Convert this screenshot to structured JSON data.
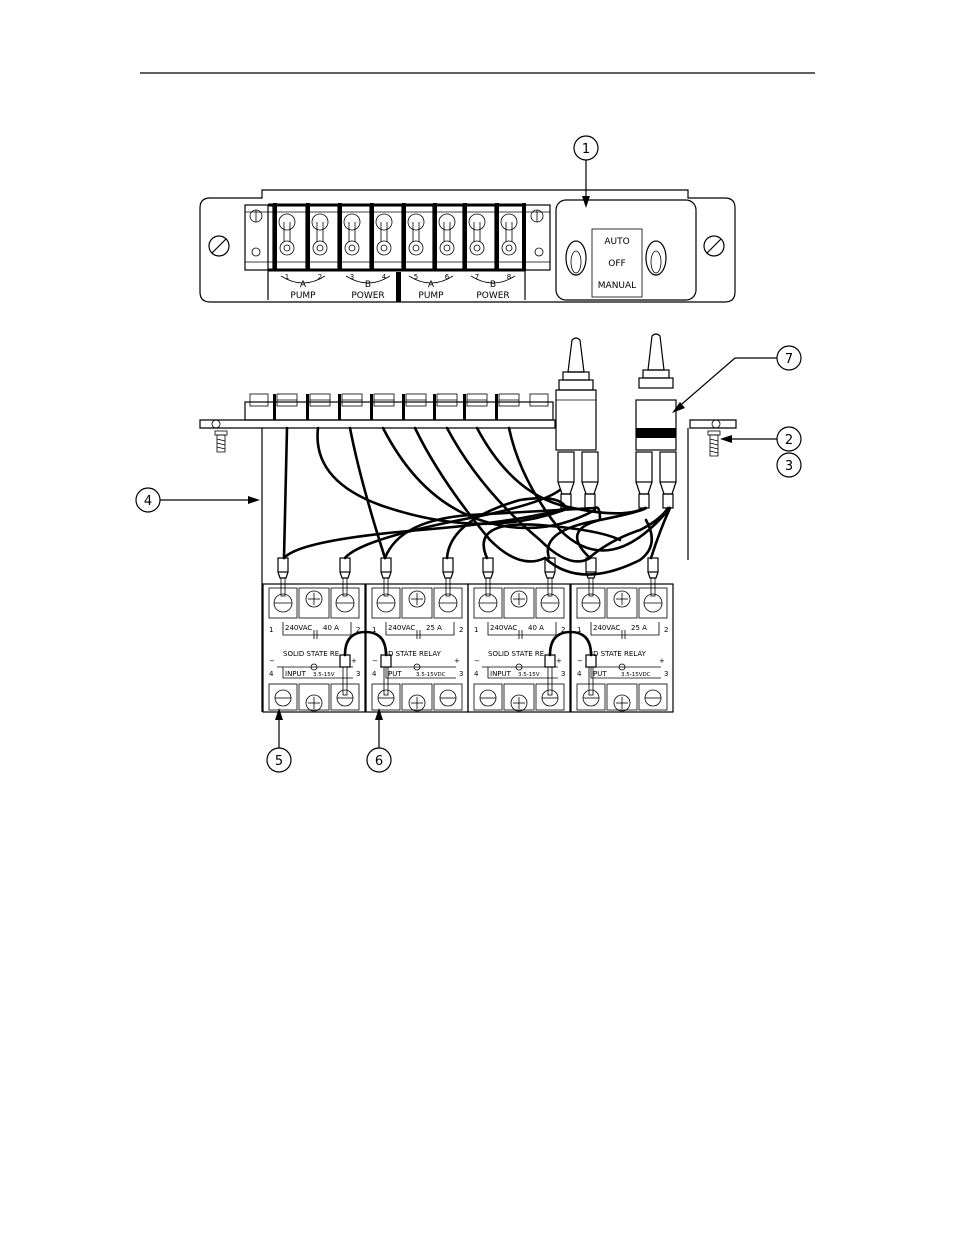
{
  "panel_top": {
    "terminal_numbers": [
      "1",
      "2",
      "3",
      "4",
      "5",
      "6",
      "7",
      "8"
    ],
    "group_letters": [
      "A",
      "B",
      "A",
      "B"
    ],
    "group_words": [
      "PUMP",
      "POWER",
      "PUMP",
      "POWER"
    ],
    "switch_legend": [
      "AUTO",
      "OFF",
      "MANUAL"
    ]
  },
  "relays": [
    {
      "rating_voltage": "240VAC",
      "rating_current": "40 A",
      "title": "SOLID STATE RE",
      "input_label": "INPUT",
      "input_range": "3.5-15V"
    },
    {
      "rating_voltage": "240VAC",
      "rating_current": "25 A",
      "title": "ID STATE RELAY",
      "input_label": "PUT",
      "input_range": "3.5-15VDC"
    },
    {
      "rating_voltage": "240VAC",
      "rating_current": "40 A",
      "title": "SOLID STATE RE",
      "input_label": "INPUT",
      "input_range": "3.5-15V"
    },
    {
      "rating_voltage": "240VAC",
      "rating_current": "25 A",
      "title": "ID STATE RELAY",
      "input_label": "PUT",
      "input_range": "3.5-15VDC"
    }
  ],
  "relay_terminal_marks": {
    "t1": "1",
    "t2": "2",
    "t3": "3",
    "t4": "4",
    "minus": "−",
    "plus": "+"
  },
  "callouts": [
    "1",
    "2",
    "3",
    "4",
    "5",
    "6",
    "7"
  ]
}
